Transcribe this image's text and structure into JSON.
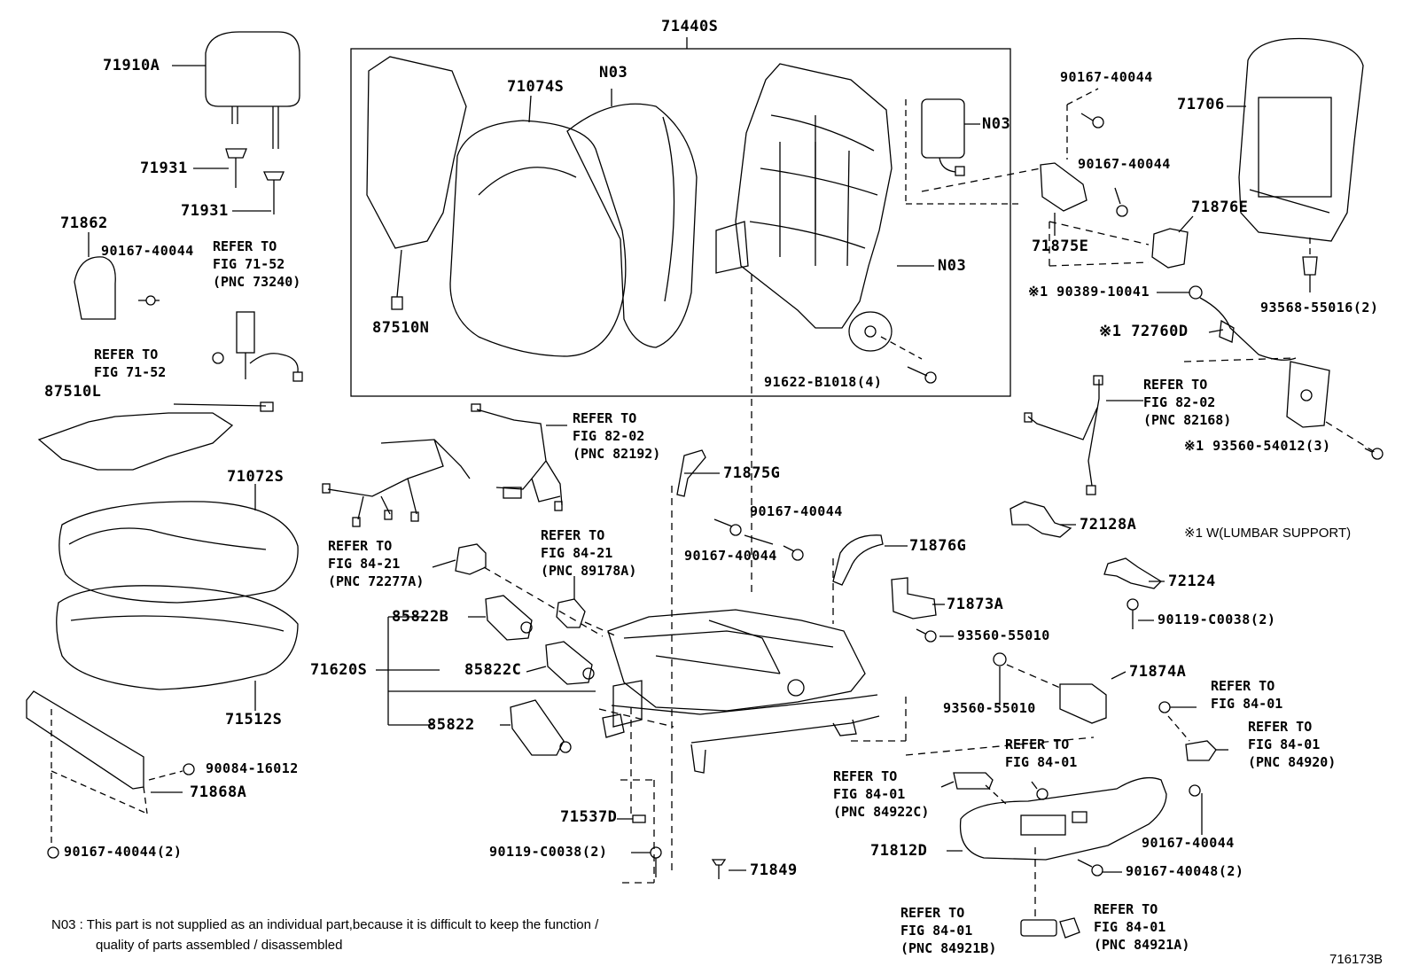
{
  "diagram_id": "716173B",
  "condition_note": "※1 W(LUMBAR SUPPORT)",
  "footnote": {
    "line1": "N03 : This part is not supplied as an individual part,because it is difficult to keep the function /",
    "line2": "quality of parts assembled / disassembled"
  },
  "parts": {
    "p71440S": "71440S",
    "p71074S": "71074S",
    "pN03_a": "N03",
    "pN03_b": "N03",
    "pN03_c": "N03",
    "p87510N": "87510N",
    "p91622": "91622-B1018(4)",
    "p71910A": "71910A",
    "p71931_a": "71931",
    "p71931_b": "71931",
    "p71862": "71862",
    "p90167_a": "90167-40044",
    "p87510L": "87510L",
    "p71072S": "71072S",
    "p71512S": "71512S",
    "p90084": "90084-16012",
    "p71868A": "71868A",
    "p90167_2a": "90167-40044(2)",
    "p71620S": "71620S",
    "p85822B": "85822B",
    "p85822C": "85822C",
    "p85822": "85822",
    "p71875G": "71875G",
    "p90167_b": "90167-40044",
    "p90167_c": "90167-40044",
    "p71876G": "71876G",
    "p71873A": "71873A",
    "p93560_a": "93560-55010",
    "p93560_b": "93560-55010",
    "p71874A": "71874A",
    "p71537D": "71537D",
    "p90119_a": "90119-C0038(2)",
    "p90119_b": "90119-C0038(2)",
    "p71849": "71849",
    "p71812D": "71812D",
    "p90167_48": "90167-40048(2)",
    "p90167_d": "90167-40044",
    "p90167_e": "90167-40044",
    "p90167_f": "90167-40044",
    "p71706": "71706",
    "p71875E": "71875E",
    "p71876E": "71876E",
    "p90389": "※1 90389-10041",
    "p72760D": "※1 72760D",
    "p93568": "93568-55016(2)",
    "p93560_54012": "※1 93560-54012(3)",
    "p72128A": "72128A",
    "p72124": "72124"
  },
  "refs": {
    "r73240": "REFER TO\nFIG 71-52\n(PNC 73240)",
    "r7152": "REFER TO\nFIG 71-52",
    "r82192": "REFER TO\nFIG 82-02\n(PNC 82192)",
    "r72277A": "REFER TO\nFIG 84-21\n(PNC 72277A)",
    "r89178A": "REFER TO\nFIG 84-21\n(PNC 89178A)",
    "r82168": "REFER TO\nFIG 82-02\n(PNC 82168)",
    "r8401a": "REFER TO\nFIG 84-01",
    "r84920": "REFER TO\nFIG 84-01\n(PNC 84920)",
    "r84922C": "REFER TO\nFIG 84-01\n(PNC 84922C)",
    "r8401b": "REFER TO\nFIG 84-01",
    "r84921B": "REFER TO\nFIG 84-01\n(PNC 84921B)",
    "r84921A": "REFER TO\nFIG 84-01\n(PNC 84921A)"
  }
}
